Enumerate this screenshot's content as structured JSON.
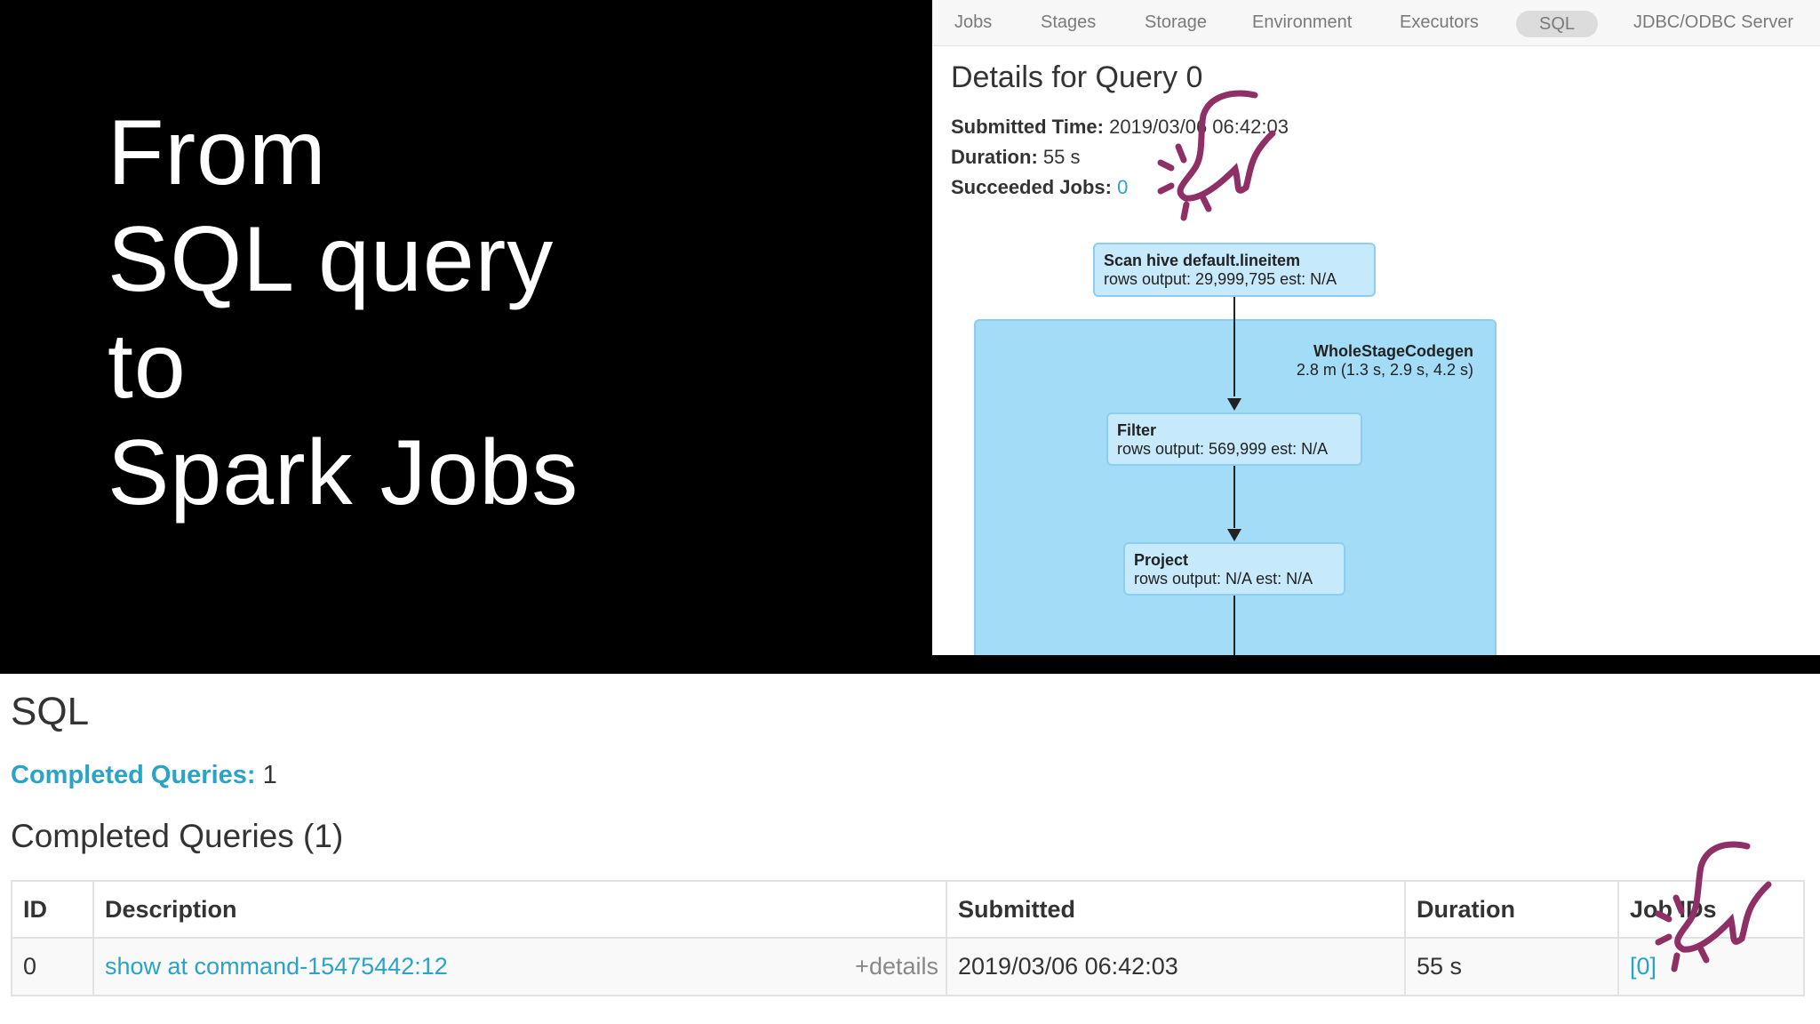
{
  "slide": {
    "lines": [
      "From",
      "SQL query",
      "to",
      "Spark Jobs"
    ]
  },
  "nav": {
    "items": [
      "Jobs",
      "Stages",
      "Storage",
      "Environment",
      "Executors",
      "SQL",
      "JDBC/ODBC Server"
    ],
    "active": "SQL"
  },
  "details": {
    "title": "Details for Query 0",
    "submitted_label": "Submitted Time:",
    "submitted_value": "2019/03/06 06:42:03",
    "duration_label": "Duration:",
    "duration_value": "55 s",
    "succeeded_label": "Succeeded Jobs:",
    "succeeded_value": "0"
  },
  "dag": {
    "cluster": {
      "name": "WholeStageCodegen",
      "metrics": "2.8 m (1.3 s, 2.9 s, 4.2 s)"
    },
    "nodes": [
      {
        "name": "Scan hive default.lineitem",
        "metrics": "rows output: 29,999,795 est: N/A"
      },
      {
        "name": "Filter",
        "metrics": "rows output: 569,999 est: N/A"
      },
      {
        "name": "Project",
        "metrics": "rows output: N/A est: N/A"
      }
    ]
  },
  "sql_page": {
    "title": "SQL",
    "completed_label": "Completed Queries:",
    "completed_count": "1",
    "table_title": "Completed Queries (1)",
    "columns": [
      "ID",
      "Description",
      "Submitted",
      "Duration",
      "Job IDs"
    ],
    "rows": [
      {
        "id": "0",
        "description": "show at command-15475442:12",
        "details": "+details",
        "submitted": "2019/03/06 06:42:03",
        "duration": "55 s",
        "job_ids": "[0]"
      }
    ]
  },
  "colors": {
    "link": "#2aa3c9",
    "annotation": "#8e2f66",
    "cluster": "#a3dcf7",
    "node": "#c6e9fb"
  }
}
